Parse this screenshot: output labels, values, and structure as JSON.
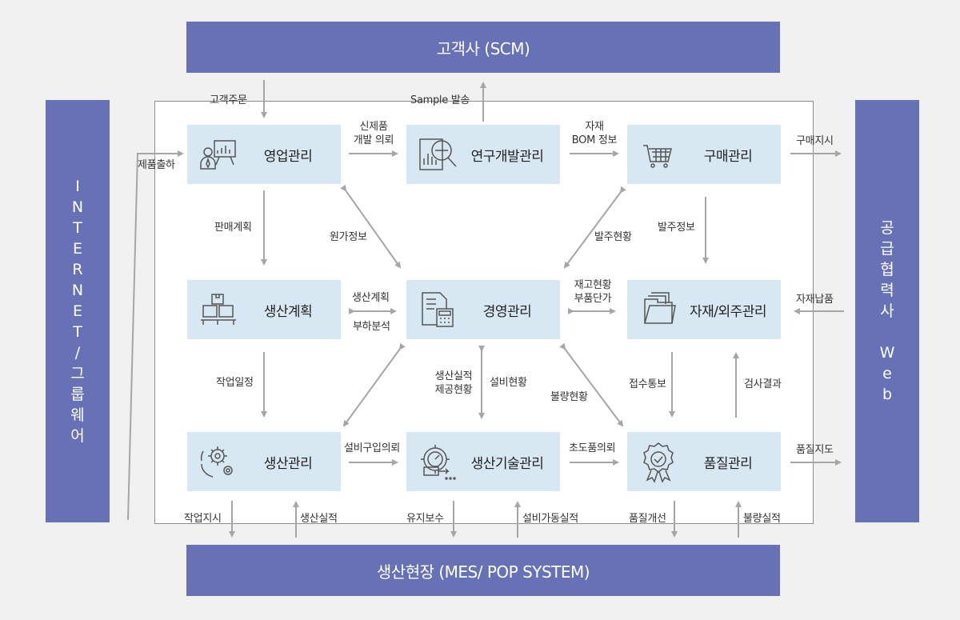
{
  "top_bar": "고객사 (SCM)",
  "bottom_bar": "생산현장 (MES/ POP SYSTEM)",
  "left_bar": [
    "I",
    "N",
    "T",
    "E",
    "R",
    "N",
    "E",
    "T",
    "/",
    "그",
    "룹",
    "웨",
    "어"
  ],
  "right_bar": [
    "공",
    "급",
    "협",
    "력",
    "사",
    "",
    "W",
    "e",
    "b"
  ],
  "modules": {
    "sales": "영업관리",
    "rnd": "연구개발관리",
    "purchase": "구매관리",
    "prod_plan": "생산계획",
    "management": "경영관리",
    "material": "자재/외주관리",
    "prod_mgmt": "생산관리",
    "prod_tech": "생산기술관리",
    "quality": "품질관리"
  },
  "labels": {
    "customer_order": "고객주문",
    "sample_ship": "Sample 발송",
    "new_product_1": "신제품",
    "new_product_2": "개발 의뢰",
    "material_bom_1": "자재",
    "material_bom_2": "BOM 정보",
    "purchase_order_out": "구매지시",
    "product_ship": "제품출하",
    "sales_plan": "판매계획",
    "cost_info": "원가정보",
    "order_status": "발주현황",
    "order_info": "발주정보",
    "prod_plan_link": "생산계획",
    "load_analysis": "부하분석",
    "stock_status": "재고현황",
    "unit_price": "부품단가",
    "material_delivery": "자재납품",
    "work_schedule": "작업일정",
    "prod_result_1": "생산실적",
    "wip_status": "제공현황",
    "equip_status": "설비현황",
    "defect_status": "불량현황",
    "receipt_notice": "접수통보",
    "inspection_result": "검사결과",
    "equip_purchase": "설비구입의뢰",
    "initial_product": "초도품의뢰",
    "quality_guidance": "품질지도",
    "work_order": "작업지시",
    "prod_result_2": "생산실적",
    "maintenance": "유지보수",
    "equip_operation": "설비가동실적",
    "quality_improve": "품질개선",
    "defect_result": "불량실적"
  },
  "colors": {
    "bar": "#6672b5",
    "module_bg": "#d8e8f2",
    "arrow": "#a6a6a6",
    "icon": "#555555"
  }
}
